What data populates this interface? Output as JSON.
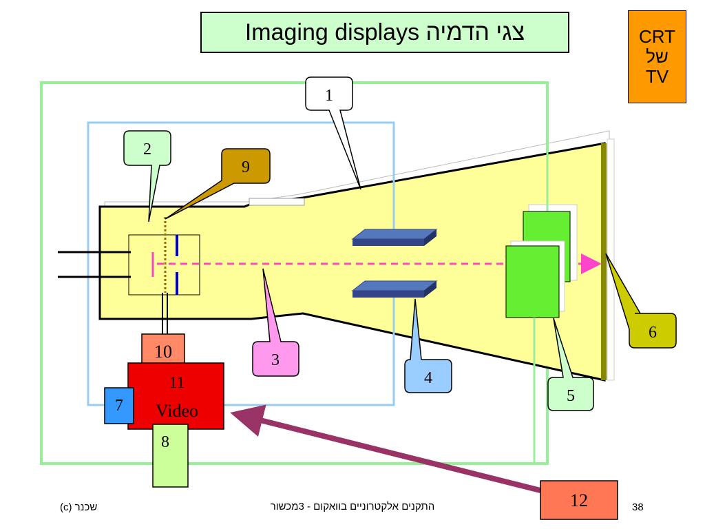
{
  "title": "צגי הדמיה Imaging displays",
  "corner_badge": {
    "line1": "CRT",
    "line2": "של",
    "line3": "TV"
  },
  "callouts": {
    "c1": "1",
    "c2": "2",
    "c3": "3",
    "c4": "4",
    "c5": "5",
    "c6": "6",
    "c7": "7",
    "c8": "8",
    "c9": "9",
    "c10": "10",
    "c11": "11",
    "c11_sub": "Video",
    "c12": "12"
  },
  "footer": {
    "left": "(c)   שכנר",
    "center": "התקנים אלקטרוניים בוואקום - 3מכשור",
    "page": "38"
  },
  "colors": {
    "tube_fill": "#ffff99",
    "title_bg": "#ccffcc",
    "badge_bg": "#ff9900",
    "frame_green": "#99ee99",
    "frame_blue": "#99ccee",
    "beam_pink": "#ff44cc",
    "arrow_purple": "#993366",
    "plate_blue": "#4466aa",
    "screen_olive": "#888800"
  }
}
